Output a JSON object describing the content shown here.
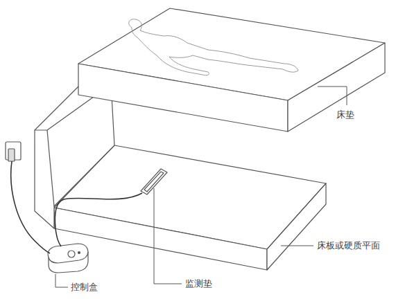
{
  "diagram": {
    "labels": [
      "床垫",
      "床板或硬质平面",
      "监测垫",
      "控制盒"
    ]
  }
}
